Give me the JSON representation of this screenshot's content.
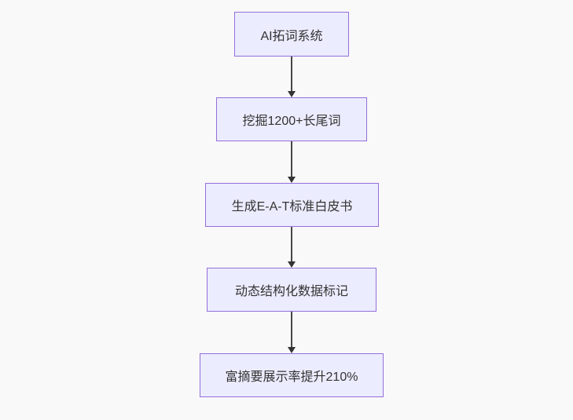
{
  "diagram": {
    "type": "flowchart-vertical",
    "colors": {
      "node_fill": "#ececff",
      "node_border": "#9370db",
      "node_text": "#333333",
      "arrow": "#333333",
      "background": "#f9f9f9"
    },
    "nodes": [
      {
        "id": "n1",
        "label": "AI拓词系统"
      },
      {
        "id": "n2",
        "label": "挖掘1200+长尾词"
      },
      {
        "id": "n3",
        "label": "生成E-A-T标准白皮书"
      },
      {
        "id": "n4",
        "label": "动态结构化数据标记"
      },
      {
        "id": "n5",
        "label": "富摘要展示率提升210%"
      }
    ],
    "edges": [
      {
        "from": "n1",
        "to": "n2"
      },
      {
        "from": "n2",
        "to": "n3"
      },
      {
        "from": "n3",
        "to": "n4"
      },
      {
        "from": "n4",
        "to": "n5"
      }
    ]
  }
}
